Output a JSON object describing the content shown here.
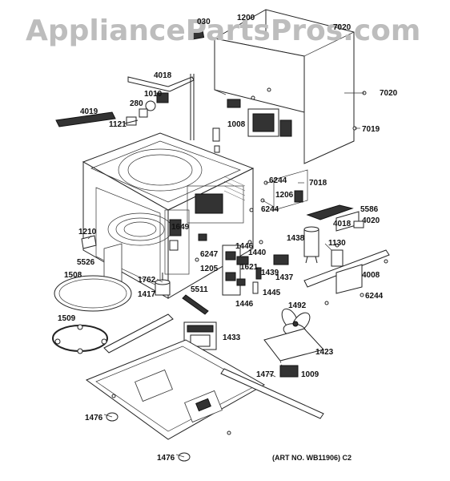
{
  "watermark": "AppliancePartsPros.com",
  "art_number": "(ART NO. WB11906) C2",
  "labels": {
    "p030": "030",
    "p1200": "1200",
    "p7020a": "7020",
    "p7020b": "7020",
    "p4018a": "4018",
    "p1010": "1010",
    "p280": "280",
    "p4019": "4019",
    "p1121": "1121",
    "p1008": "1008",
    "p7019": "7019",
    "p6244a": "6244",
    "p7018": "7018",
    "p1206": "1206",
    "p6244b": "6244",
    "p5586": "5586",
    "p4018b": "4018",
    "p4020": "4020",
    "p1649": "1649",
    "p1210": "1210",
    "p1438": "1438",
    "p1130": "1130",
    "p6247": "6247",
    "p1446a": "1446",
    "p1440": "1440",
    "p5526": "5526",
    "p1205": "1205",
    "p1621": "1621",
    "p4008": "4008",
    "p1439": "1439",
    "p1437": "1437",
    "p1508": "1508",
    "p1762": "1762",
    "p5511": "5511",
    "p6244c": "6244",
    "p1417": "1417",
    "p1445": "1445",
    "p1446b": "1446",
    "p1492": "1492",
    "p1509": "1509",
    "p1433": "1433",
    "p1423": "1423",
    "p1477": "1477",
    "p1009": "1009",
    "p1476a": "1476",
    "p1476b": "1476"
  }
}
